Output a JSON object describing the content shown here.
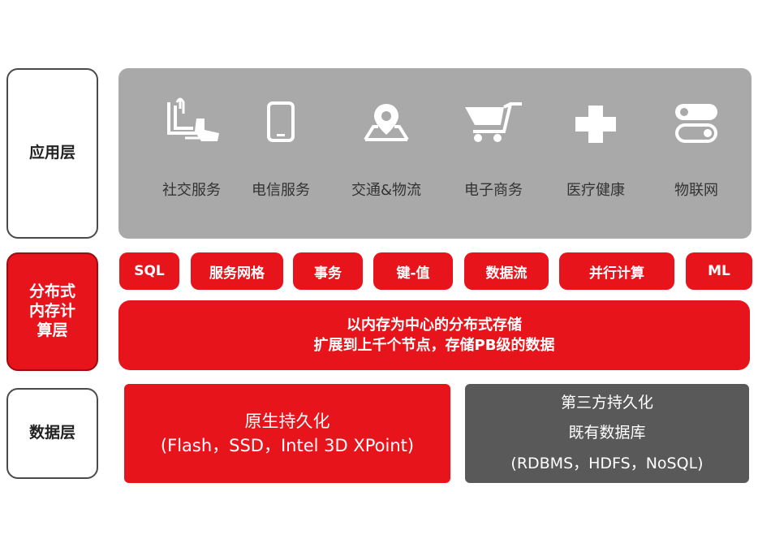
{
  "layers": {
    "app": "应用层",
    "compute_line1": "分布式",
    "compute_line2": "内存计",
    "compute_line3": "算层",
    "data": "数据层"
  },
  "apps": [
    {
      "label": "社交服务",
      "icon": "social-document-icon"
    },
    {
      "label": "电信服务",
      "icon": "phone-icon"
    },
    {
      "label": "交通&物流",
      "icon": "map-pin-icon"
    },
    {
      "label": "电子商务",
      "icon": "shopping-cart-icon"
    },
    {
      "label": "医疗健康",
      "icon": "medical-cross-icon"
    },
    {
      "label": "物联网",
      "icon": "toggle-switch-icon"
    }
  ],
  "compute": {
    "features": [
      "SQL",
      "服务网格",
      "事务",
      "键-值",
      "数据流",
      "并行计算",
      "ML"
    ],
    "line1": "以内存为中心的分布式存储",
    "line2": "扩展到上千个节点，存储PB级的数据"
  },
  "data_layer": {
    "native_title": "原生持久化",
    "native_detail": "(Flash，SSD，Intel 3D XPoint)",
    "third_title": "第三方持久化",
    "third_sub": "既有数据库",
    "third_detail": "(RDBMS，HDFS，NoSQL)"
  },
  "colors": {
    "accent_red": "#e8141c",
    "panel_grey": "#a9a9a9",
    "dark_grey": "#595959"
  }
}
